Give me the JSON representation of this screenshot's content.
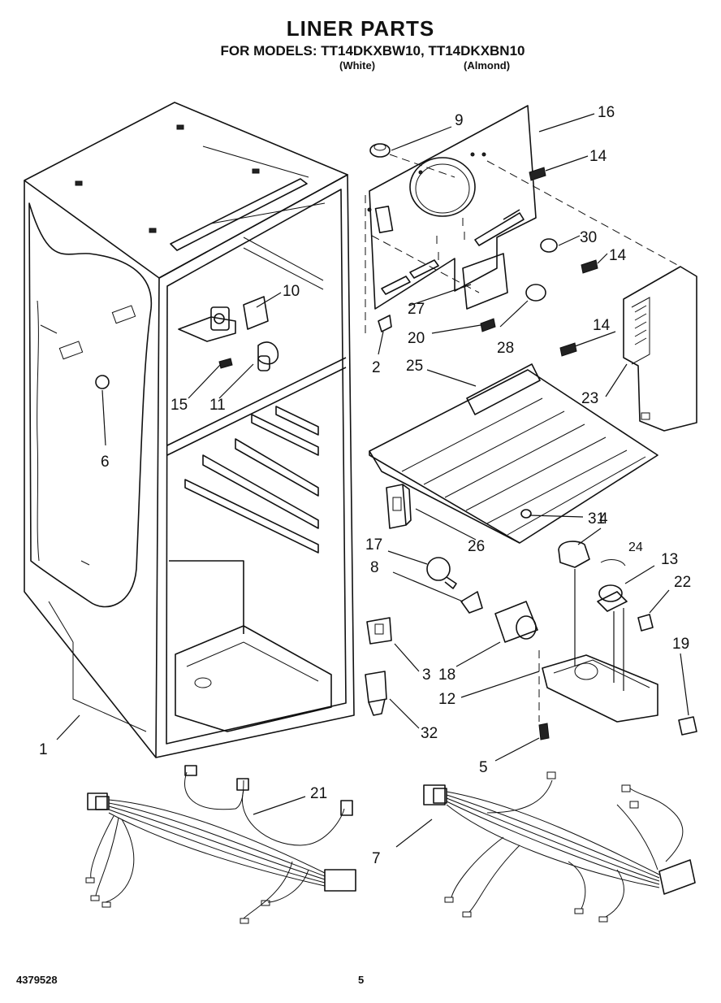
{
  "header": {
    "title": "LINER PARTS",
    "models_line": "FOR MODELS: TT14DKXBW10, TT14DKXBN10",
    "variant_white": "(White)",
    "variant_almond": "(Almond)"
  },
  "footer": {
    "doc_number": "4379528",
    "page_number": "5"
  },
  "part_labels": [
    "1",
    "2",
    "3",
    "4",
    "5",
    "6",
    "7",
    "8",
    "9",
    "10",
    "11",
    "12",
    "13",
    "14",
    "14",
    "14",
    "14",
    "15",
    "16",
    "17",
    "18",
    "19",
    "20",
    "21",
    "22",
    "23",
    "24",
    "25",
    "26",
    "27",
    "28",
    "30",
    "31",
    "32"
  ]
}
